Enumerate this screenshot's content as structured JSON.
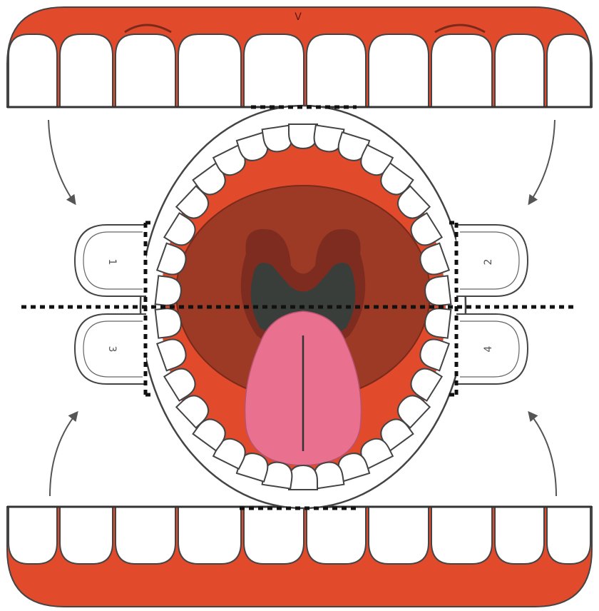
{
  "diagram": {
    "colors": {
      "gum": "#e24a2c",
      "tooth": "#ffffff",
      "outline": "#444444",
      "throat": "#8a3626",
      "palate": "#9c3a26",
      "cavity": "#3a3e3a",
      "tongue": "#e9718f",
      "guide_line": "#111111"
    },
    "quadrant_labels": {
      "upper_left": "1",
      "upper_right": "2",
      "lower_left": "3",
      "lower_right": "4"
    },
    "upper_jaw_mark": "V"
  }
}
